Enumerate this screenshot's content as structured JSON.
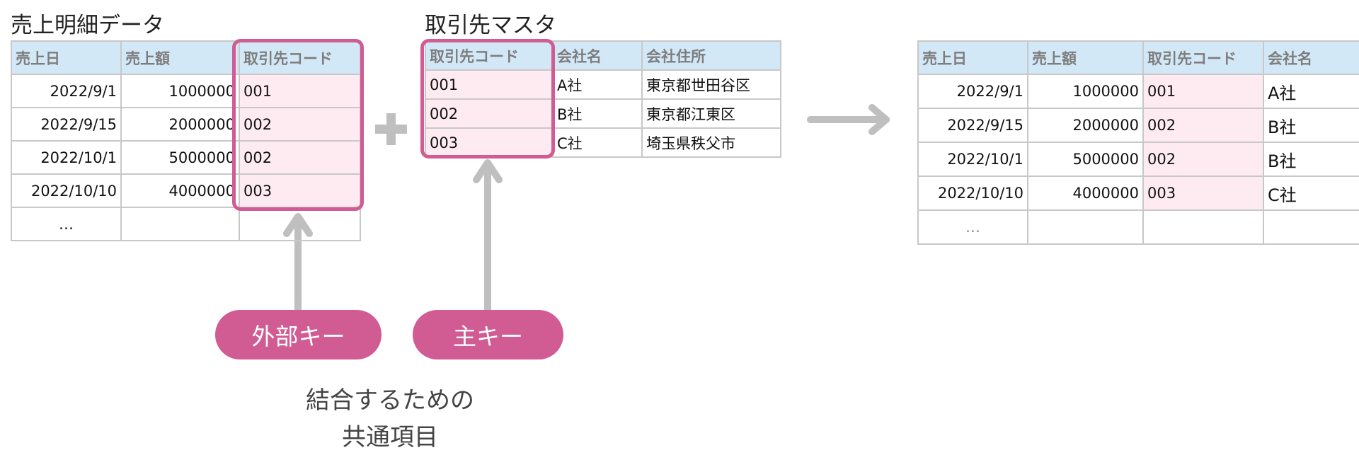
{
  "sales": {
    "title": "売上明細データ",
    "headers": [
      "売上日",
      "売上額",
      "取引先コード"
    ],
    "rows": [
      [
        "2022/9/1",
        "1000000",
        "001"
      ],
      [
        "2022/9/15",
        "2000000",
        "002"
      ],
      [
        "2022/10/1",
        "5000000",
        "002"
      ],
      [
        "2022/10/10",
        "4000000",
        "003"
      ]
    ],
    "ellipsis": "…"
  },
  "master": {
    "title": "取引先マスタ",
    "headers": [
      "取引先コード",
      "会社名",
      "会社住所"
    ],
    "rows": [
      [
        "001",
        "A社",
        "東京都世田谷区"
      ],
      [
        "002",
        "B社",
        "東京都江東区"
      ],
      [
        "003",
        "C社",
        "埼玉県秩父市"
      ]
    ]
  },
  "result": {
    "headers": [
      "売上日",
      "売上額",
      "取引先コード",
      "会社名"
    ],
    "rows": [
      [
        "2022/9/1",
        "1000000",
        "001",
        "A社"
      ],
      [
        "2022/9/15",
        "2000000",
        "002",
        "B社"
      ],
      [
        "2022/10/1",
        "5000000",
        "002",
        "B社"
      ],
      [
        "2022/10/10",
        "4000000",
        "003",
        "C社"
      ]
    ],
    "ellipsis": "…"
  },
  "labels": {
    "foreign_key": "外部キー",
    "primary_key": "主キー",
    "caption_line1": "結合するための",
    "caption_line2": "共通項目"
  },
  "icons": {
    "plus": "plus-icon",
    "arrow_right": "arrow-right-icon",
    "arrow_up": "arrow-up-icon"
  },
  "colors": {
    "accent": "#d15b93",
    "header_bg": "#d3e8f7",
    "key_cell_bg": "#fdebf1",
    "arrow": "#bfbfbf",
    "grid": "#c8c8c8"
  }
}
